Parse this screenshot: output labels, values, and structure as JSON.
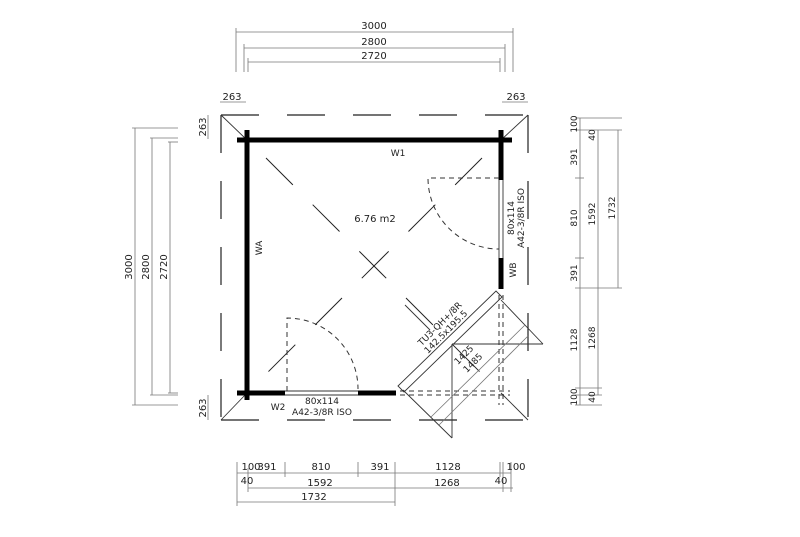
{
  "plan": {
    "area": "6.76 m2",
    "walls": {
      "top": "W1",
      "left": "WA",
      "right": "WB",
      "bottom": "W2"
    },
    "window_right": {
      "size": "80x114",
      "type": "A42-3/8R ISO"
    },
    "window_bottom": {
      "size": "80x114",
      "type": "A42-3/8R ISO"
    },
    "door": {
      "type": "TU3-QH+/8R",
      "size": "142.5x195.5",
      "inner_width": "1425",
      "outer_width": "1485"
    }
  },
  "dimensions": {
    "top": [
      "3000",
      "2800",
      "2720"
    ],
    "overhang": "263",
    "left": [
      "3000",
      "2800",
      "2720"
    ],
    "chain_row1": [
      "100",
      "391",
      "810",
      "391",
      "1128",
      "100"
    ],
    "chain_row2": [
      "40",
      "1592",
      "1268",
      "40"
    ],
    "chain_row3": [
      "1732"
    ]
  }
}
